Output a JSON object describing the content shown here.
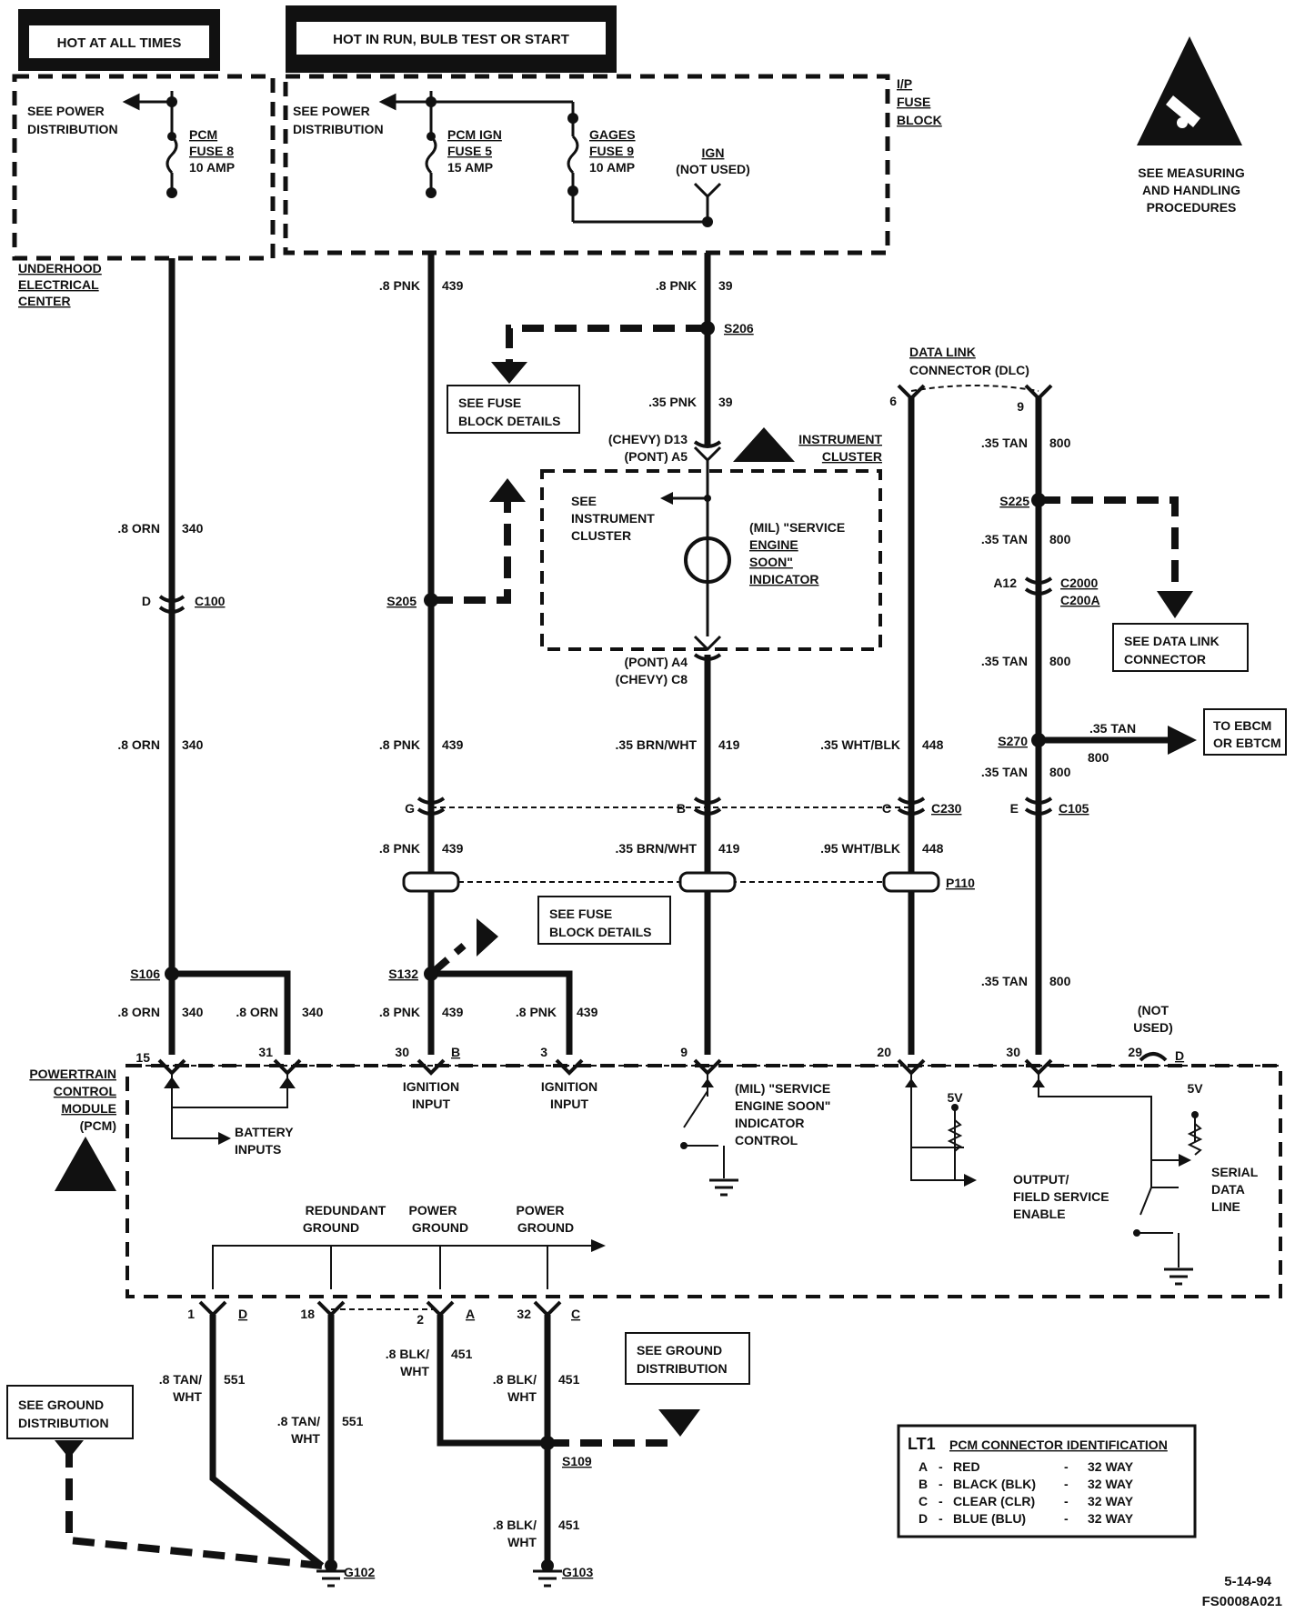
{
  "headers": {
    "hot_at_all_times": "HOT AT ALL TIMES",
    "hot_in_run": "HOT IN RUN, BULB TEST OR START"
  },
  "boxes": {
    "see_power_dist_1": [
      "SEE POWER",
      "DISTRIBUTION"
    ],
    "see_power_dist_2": [
      "SEE POWER",
      "DISTRIBUTION"
    ],
    "underhood": [
      "UNDERHOOD",
      "ELECTRICAL",
      "CENTER"
    ],
    "ip_fuse_block": [
      "I/P",
      "FUSE",
      "BLOCK"
    ],
    "see_fuse_block_1": [
      "SEE FUSE",
      "BLOCK DETAILS"
    ],
    "see_fuse_block_2": [
      "SEE FUSE",
      "BLOCK DETAILS"
    ],
    "see_data_link": [
      "SEE DATA LINK",
      "CONNECTOR"
    ],
    "to_ebcm": [
      "TO EBCM",
      "OR EBTCM"
    ],
    "see_ground_1": [
      "SEE GROUND",
      "DISTRIBUTION"
    ],
    "see_ground_2": [
      "SEE GROUND",
      "DISTRIBUTION"
    ],
    "esd_note": [
      "SEE MEASURING",
      "AND HANDLING",
      "PROCEDURES"
    ],
    "see_instrument_cluster": [
      "SEE",
      "INSTRUMENT",
      "CLUSTER"
    ],
    "instrument_cluster": [
      "INSTRUMENT",
      "CLUSTER"
    ],
    "data_link_connector": [
      "DATA LINK",
      "CONNECTOR (DLC)"
    ]
  },
  "fuses": {
    "pcm": [
      "PCM",
      "FUSE 8",
      "10 AMP"
    ],
    "pcm_ign": [
      "PCM IGN",
      "FUSE 5",
      "15 AMP"
    ],
    "gages": [
      "GAGES",
      "FUSE 9",
      "10 AMP"
    ],
    "ign": [
      "IGN",
      "(NOT USED)"
    ]
  },
  "wires": {
    "orn": ".8 ORN",
    "c340": "340",
    "pnk8": ".8 PNK",
    "c439": "439",
    "c39": "39",
    "pnk35": ".35 PNK",
    "brnwht": ".35 BRN/WHT",
    "c419": "419",
    "whtblk": ".35 WHT/BLK",
    "whtblk95": ".95 WHT/BLK",
    "c448": "448",
    "tan": ".35 TAN",
    "c800": "800",
    "tan_arrow": ".35 TAN",
    "tanwht_a": ".8 TAN/",
    "tanwht_b": "WHT",
    "c551": "551",
    "blkwht_a": ".8 BLK/",
    "blkwht_b": "WHT",
    "c451": "451"
  },
  "splices": {
    "s206": "S206",
    "s205": "S205",
    "s225": "S225",
    "s270": "S270",
    "s106": "S106",
    "s132": "S132",
    "s109": "S109"
  },
  "connectors": {
    "c100": "C100",
    "c100_pin": "D",
    "c230": "C230",
    "c105": "C105",
    "p110": "P110",
    "c2000": "C2000",
    "c200a": "C200A",
    "a12": "A12",
    "pin_g": "G",
    "pin_b": "B",
    "pin_c": "C",
    "pin_e": "E",
    "chevy_d13": "(CHEVY) D13",
    "pont_a5": "(PONT) A5",
    "pont_a4": "(PONT) A4",
    "chevy_c8": "(CHEVY) C8",
    "dlc6": "6",
    "dlc9": "9"
  },
  "mil": [
    "(MIL) \"SERVICE",
    "ENGINE",
    "SOON\"",
    "INDICATOR"
  ],
  "pcm": {
    "title": [
      "POWERTRAIN",
      "CONTROL",
      "MODULE",
      "(PCM)"
    ],
    "pins_top": [
      {
        "num": "15",
        "letter": ""
      },
      {
        "num": "31",
        "letter": ""
      },
      {
        "num": "30",
        "letter": "B"
      },
      {
        "num": "3",
        "letter": ""
      },
      {
        "num": "9",
        "letter": ""
      },
      {
        "num": "20",
        "letter": ""
      },
      {
        "num": "30",
        "letter": ""
      },
      {
        "num": "29",
        "letter": "D"
      }
    ],
    "pins_bottom": [
      {
        "num": "1",
        "letter": "D"
      },
      {
        "num": "18",
        "letter": ""
      },
      {
        "num": "2",
        "letter": "A"
      },
      {
        "num": "32",
        "letter": "C"
      }
    ],
    "not_used": [
      "(NOT",
      "USED)"
    ],
    "ignition_input": [
      "IGNITION",
      "INPUT"
    ],
    "battery_inputs": [
      "BATTERY",
      "INPUTS"
    ],
    "mil_control": [
      "(MIL) \"SERVICE",
      "ENGINE SOON\"",
      "INDICATOR",
      "CONTROL"
    ],
    "output": [
      "OUTPUT/",
      "FIELD SERVICE",
      "ENABLE"
    ],
    "serial": [
      "SERIAL",
      "DATA",
      "LINE"
    ],
    "v5": "5V",
    "grounds": [
      [
        "REDUNDANT",
        "GROUND"
      ],
      [
        "POWER",
        "GROUND"
      ],
      [
        "POWER",
        "GROUND"
      ]
    ]
  },
  "grounds": {
    "g102": "G102",
    "g103": "G103"
  },
  "legend": {
    "title_a": "LT1",
    "title_b": "PCM CONNECTOR IDENTIFICATION",
    "rows": [
      {
        "code": "A",
        "name": "RED",
        "ways": "32 WAY"
      },
      {
        "code": "B",
        "name": "BLACK (BLK)",
        "ways": "32 WAY"
      },
      {
        "code": "C",
        "name": "CLEAR (CLR)",
        "ways": "32 WAY"
      },
      {
        "code": "D",
        "name": "BLUE (BLU)",
        "ways": "32 WAY"
      }
    ]
  },
  "footer": {
    "date": "5-14-94",
    "code": "FS0008A021"
  }
}
